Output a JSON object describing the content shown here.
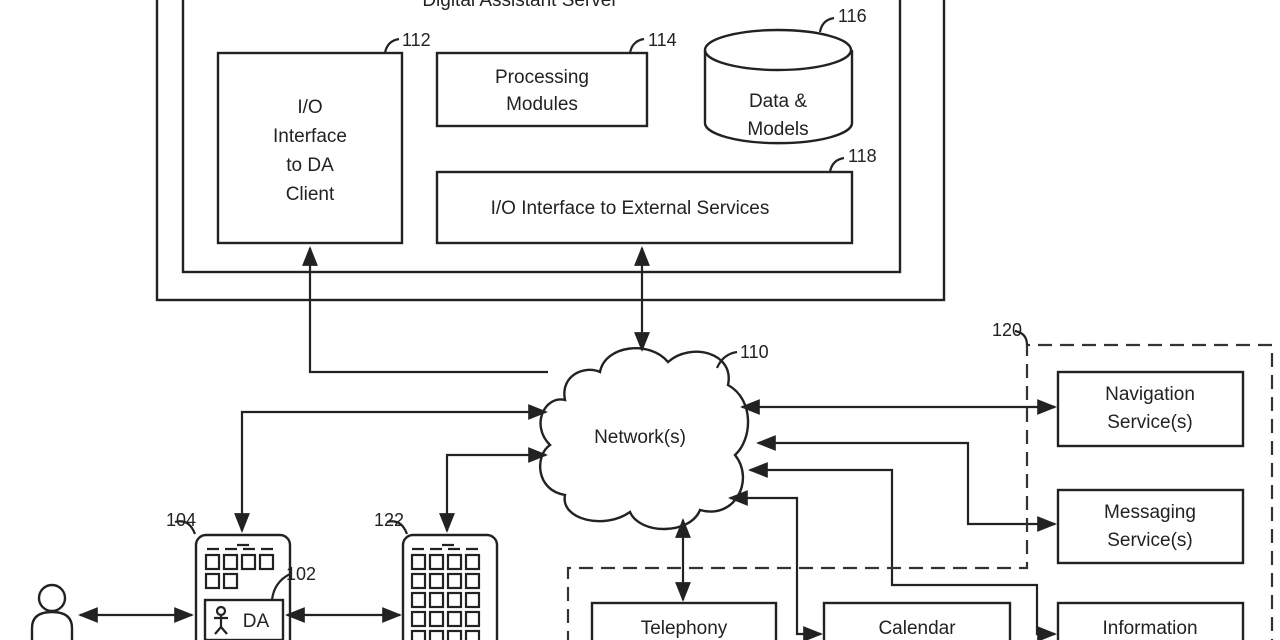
{
  "server": {
    "title": "Digital Assistant Server"
  },
  "io_client": {
    "ref": "112",
    "lines": [
      "I/O",
      "Interface",
      "to DA",
      "Client"
    ]
  },
  "processing": {
    "ref": "114",
    "lines": [
      "Processing",
      "Modules"
    ]
  },
  "data_models": {
    "ref": "116",
    "lines": [
      "Data &",
      "Models"
    ]
  },
  "io_external": {
    "ref": "118",
    "label": "I/O Interface to External Services"
  },
  "network": {
    "ref": "110",
    "label": "Network(s)"
  },
  "external_services": {
    "ref": "120"
  },
  "navigation": {
    "lines": [
      "Navigation",
      "Service(s)"
    ]
  },
  "messaging": {
    "lines": [
      "Messaging",
      "Service(s)"
    ]
  },
  "telephony": {
    "label": "Telephony"
  },
  "calendar": {
    "label": "Calendar"
  },
  "information": {
    "label": "Information"
  },
  "device_104": {
    "ref": "104"
  },
  "device_122": {
    "ref": "122"
  },
  "da_client": {
    "ref": "102",
    "label": "DA"
  }
}
